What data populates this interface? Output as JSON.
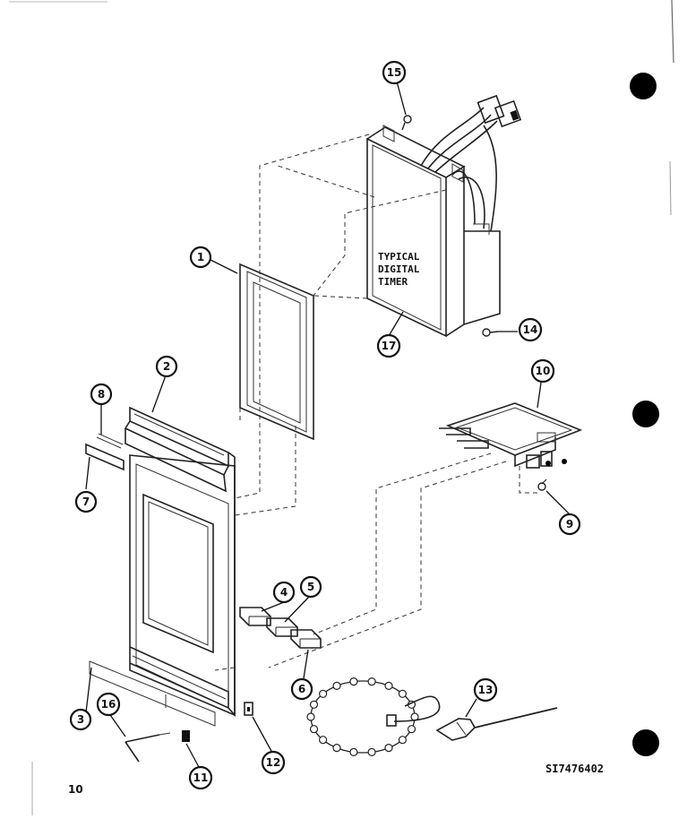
{
  "diagram": {
    "timer_label_lines": [
      "TYPICAL",
      "DIGITAL",
      "TIMER"
    ],
    "drawing_number": "SI7476402",
    "page_number": "10",
    "callouts": [
      {
        "id": "c1",
        "label": "1"
      },
      {
        "id": "c2",
        "label": "2"
      },
      {
        "id": "c3",
        "label": "3"
      },
      {
        "id": "c4",
        "label": "4"
      },
      {
        "id": "c5",
        "label": "5"
      },
      {
        "id": "c6",
        "label": "6"
      },
      {
        "id": "c7",
        "label": "7"
      },
      {
        "id": "c8",
        "label": "8"
      },
      {
        "id": "c9",
        "label": "9"
      },
      {
        "id": "c10",
        "label": "10"
      },
      {
        "id": "c11",
        "label": "11"
      },
      {
        "id": "c12",
        "label": "12"
      },
      {
        "id": "c13",
        "label": "13"
      },
      {
        "id": "c14",
        "label": "14"
      },
      {
        "id": "c15",
        "label": "15"
      },
      {
        "id": "c16",
        "label": "16"
      },
      {
        "id": "c17",
        "label": "17"
      }
    ]
  }
}
